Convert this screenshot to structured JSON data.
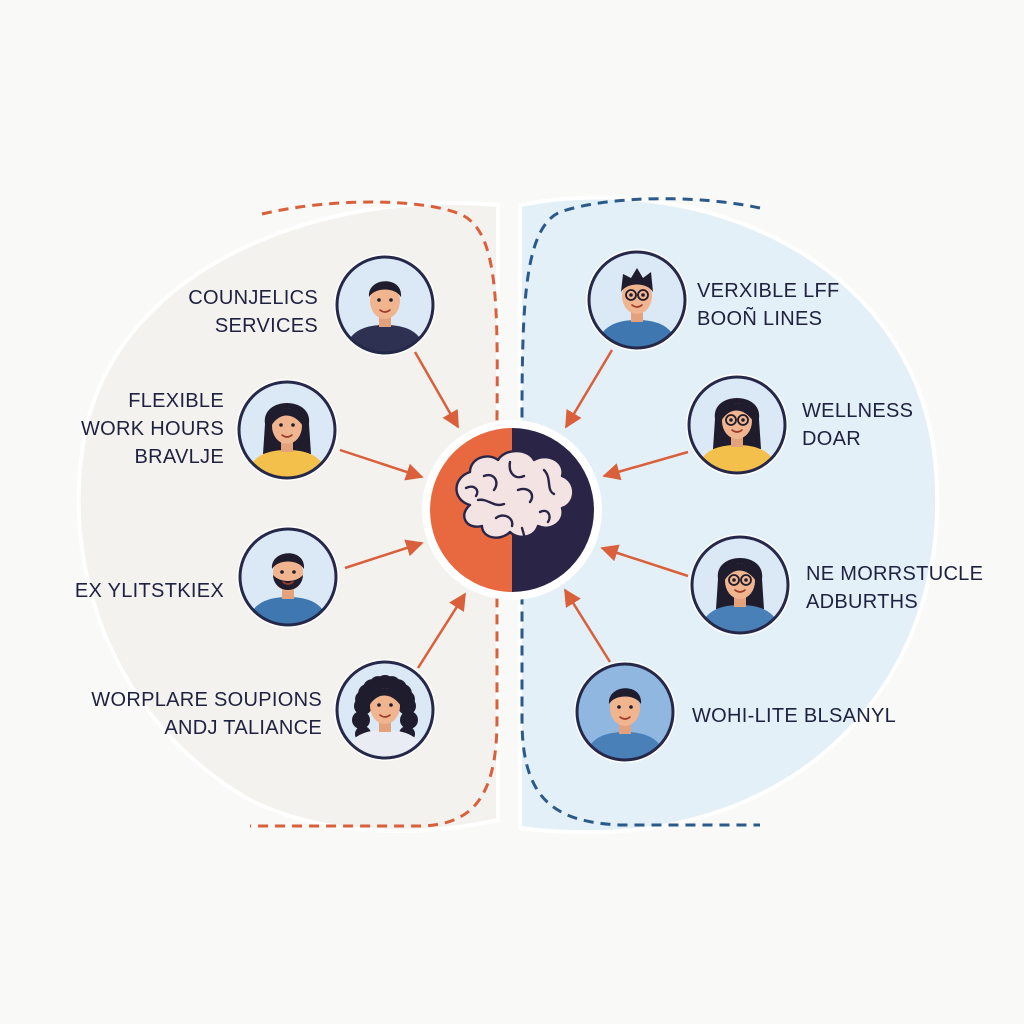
{
  "colors": {
    "background": "#f9f9f8",
    "left_accent": "#d9603b",
    "right_accent": "#2b5a8a",
    "hub_left": "#e8693f",
    "hub_right": "#2a2546",
    "left_panel": "#f4f2ef",
    "right_panel": "#e4f0f7",
    "avatar_ring": "#26284a",
    "text": "#1f2140"
  },
  "hub": {
    "icon": "brain-icon"
  },
  "left_items": [
    {
      "label_lines": [
        "COUNJELICS",
        "SERVICES"
      ],
      "avatar": "man-short-hair",
      "shirt": "#2e3152",
      "bg": "#dbe8f5"
    },
    {
      "label_lines": [
        "FLEXIBLE",
        "WORK HOURS",
        "BRAVLJE"
      ],
      "avatar": "woman-long-hair",
      "shirt": "#f3c14b",
      "bg": "#dbe8f5"
    },
    {
      "label_lines": [
        "EX YLITSTKIEX"
      ],
      "avatar": "bearded-man",
      "shirt": "#3f77b0",
      "bg": "#dbe8f5"
    },
    {
      "label_lines": [
        "WORPLARE SOUPIONS",
        "ANDJ TALIANCE"
      ],
      "avatar": "woman-curly-hair",
      "shirt": "#e9ecf2",
      "bg": "#dbe8f5"
    }
  ],
  "right_items": [
    {
      "label_lines": [
        "VERXIBLE LFF",
        "BOOÑ LINES"
      ],
      "avatar": "man-glasses",
      "shirt": "#3f77b0",
      "bg": "#dbe8f5"
    },
    {
      "label_lines": [
        "WELLNESS",
        "DOAR"
      ],
      "avatar": "woman-glasses",
      "shirt": "#f3c14b",
      "bg": "#dbe8f5"
    },
    {
      "label_lines": [
        "NE MORRSTUCLE",
        "ADBURTHS"
      ],
      "avatar": "woman-glasses-ponytail",
      "shirt": "#4a80b8",
      "bg": "#dbe8f5"
    },
    {
      "label_lines": [
        "WOHI-LITE BLSANYL"
      ],
      "avatar": "man-smiling",
      "shirt": "#4a80b8",
      "bg": "#8fb7e0"
    }
  ]
}
